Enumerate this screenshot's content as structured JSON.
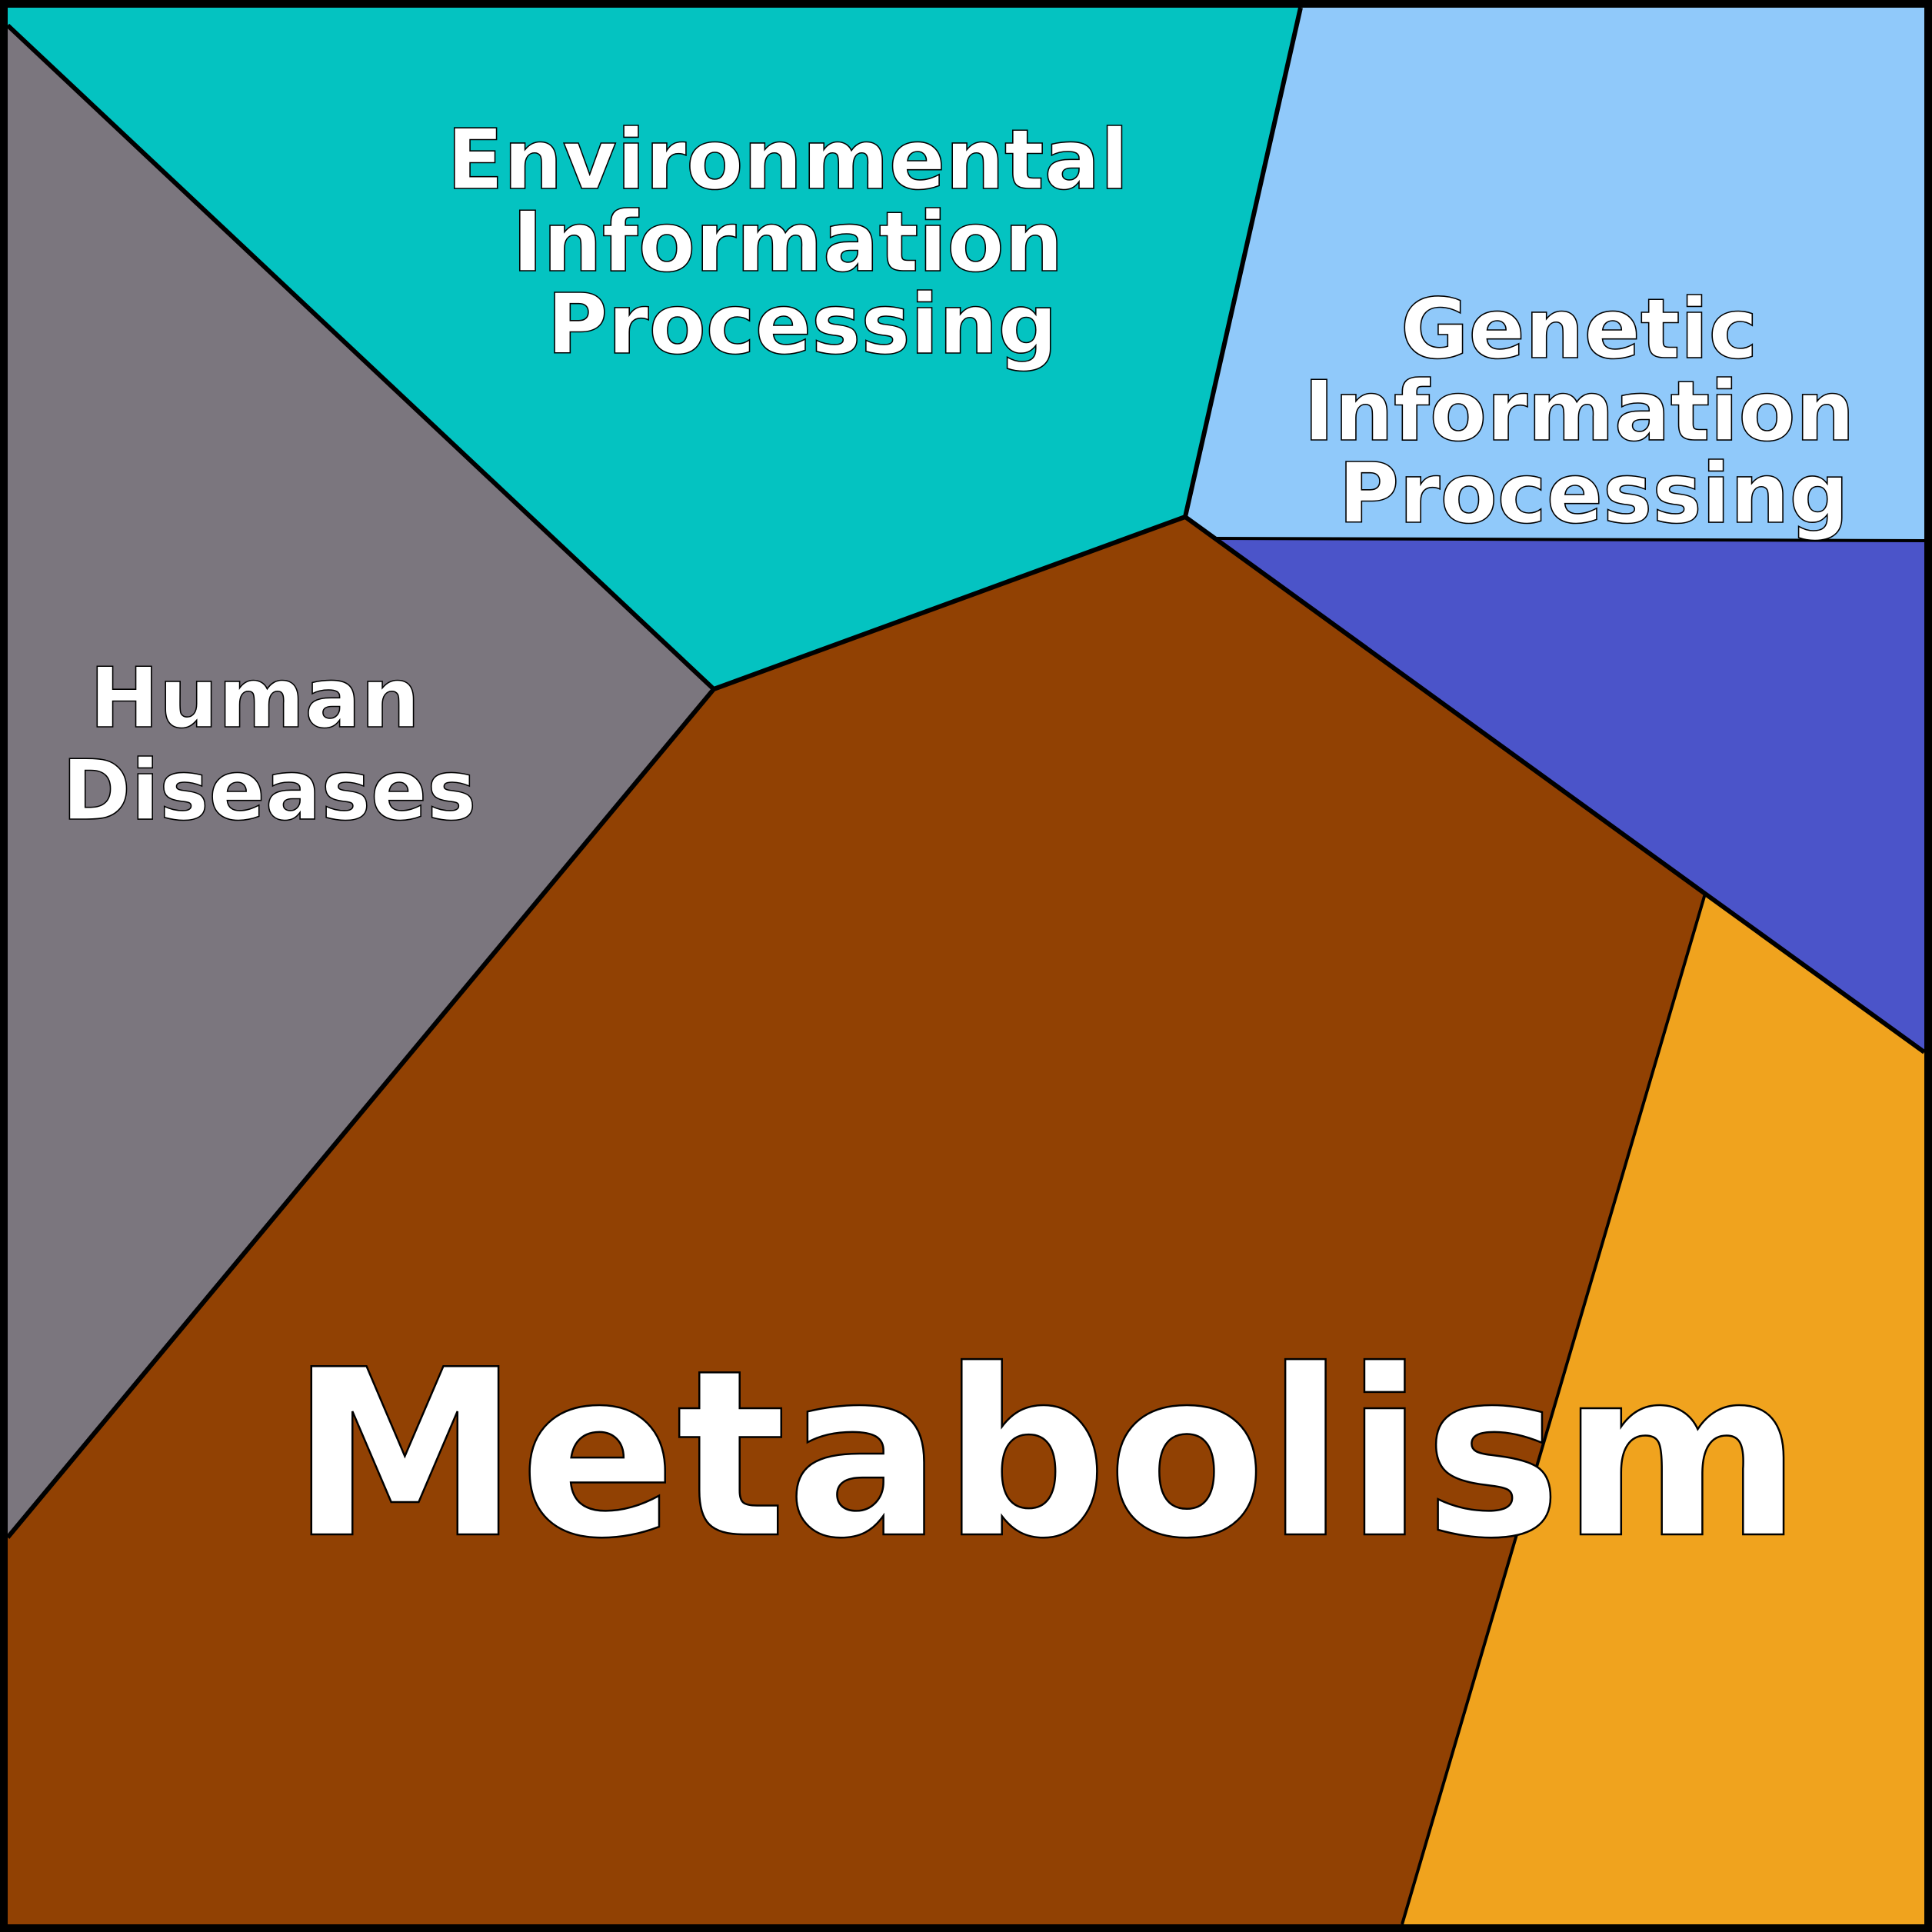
{
  "diagram": {
    "type": "voronoi-treemap",
    "regions": [
      {
        "key": "environmental",
        "label_lines": [
          "Environmental",
          "Information",
          "Processing"
        ],
        "color": "#04C3C1"
      },
      {
        "key": "genetic",
        "label_lines": [
          "Genetic",
          "Information",
          "Processing"
        ],
        "color": "#90C9FA"
      },
      {
        "key": "human_diseases",
        "label_lines": [
          "Human",
          "Diseases"
        ],
        "color": "#7B767E"
      },
      {
        "key": "metabolism",
        "label_lines": [
          "Metabolism"
        ],
        "color": "#914103"
      },
      {
        "key": "unlabeled_blue",
        "label_lines": [],
        "color": "#4B54C9"
      },
      {
        "key": "unlabeled_orange",
        "label_lines": [],
        "color": "#F0A31E"
      }
    ],
    "border_color": "#000000",
    "label_color": "#FFFFFF"
  }
}
